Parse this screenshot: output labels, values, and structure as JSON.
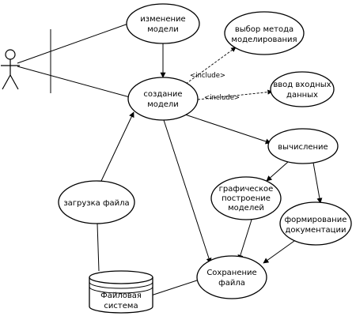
{
  "diagram": {
    "nodes": {
      "izmenenie": {
        "line1": "изменение",
        "line2": "модели"
      },
      "vybor": {
        "line1": "выбор метода",
        "line2": "моделирования"
      },
      "sozdanie": {
        "line1": "создание",
        "line2": "модели"
      },
      "vvod": {
        "line1": "ввод входных",
        "line2": "данных"
      },
      "vychislenie": {
        "line1": "вычисление"
      },
      "zagruzka": {
        "line1": "загрузка файла"
      },
      "graf": {
        "line1": "графическое",
        "line2": "построение",
        "line3": "моделей"
      },
      "formirovanie": {
        "line1": "формирование",
        "line2": "документации"
      },
      "sohranenie": {
        "line1": "Сохранение",
        "line2": "файла"
      },
      "fs": {
        "line1": "Файловая",
        "line2": "система"
      }
    },
    "edges": {
      "include_1": "<include>",
      "include_2": "<include>"
    }
  }
}
